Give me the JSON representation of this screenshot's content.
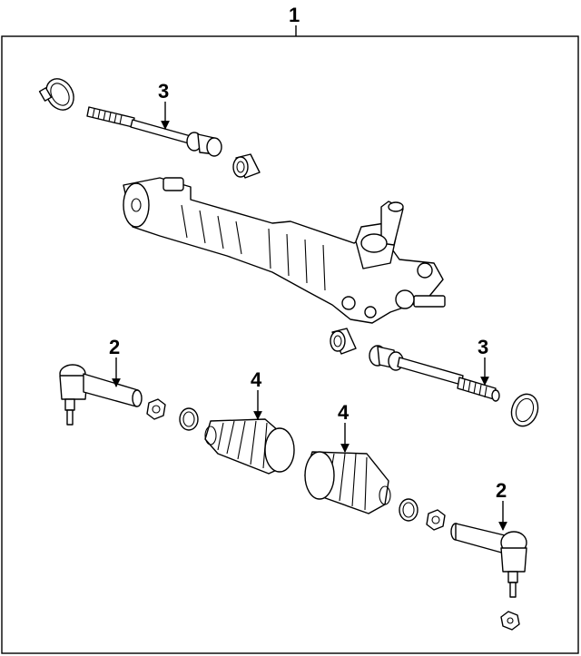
{
  "diagram": {
    "callouts": {
      "assembly": "1",
      "tie_rod_end_left": "2",
      "tie_rod_end_right": "2",
      "inner_tie_rod_upper": "3",
      "inner_tie_rod_lower": "3",
      "boot_left": "4",
      "boot_right": "4"
    }
  }
}
